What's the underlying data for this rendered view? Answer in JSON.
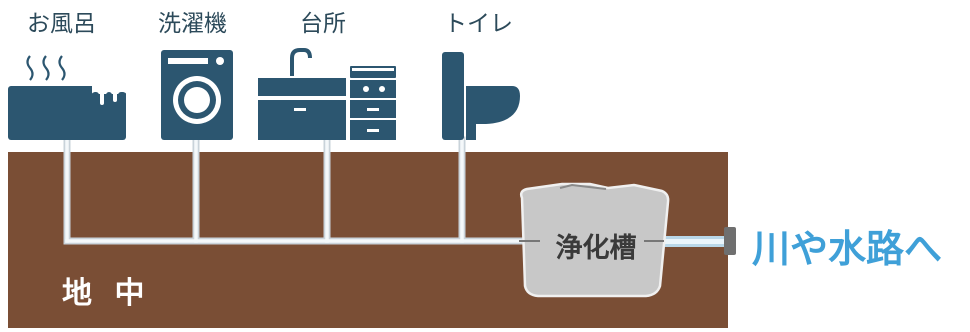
{
  "fixtures": [
    {
      "label": "お風呂",
      "icon": "bathtub-icon"
    },
    {
      "label": "洗濯機",
      "icon": "washing-machine-icon"
    },
    {
      "label": "台所",
      "icon": "kitchen-sink-icon"
    },
    {
      "label": "トイレ",
      "icon": "toilet-icon"
    }
  ],
  "ground_label": "地 中",
  "tank_label": "浄化槽",
  "destination_label": "川や水路へ",
  "colors": {
    "soil": "#7a4e35",
    "icon": "#2c5670",
    "pipe_fill": "#f4f8fa",
    "tank": "#c8c8c8",
    "outflow": "#3fa0d8",
    "label_text": "#2c4a5a"
  }
}
